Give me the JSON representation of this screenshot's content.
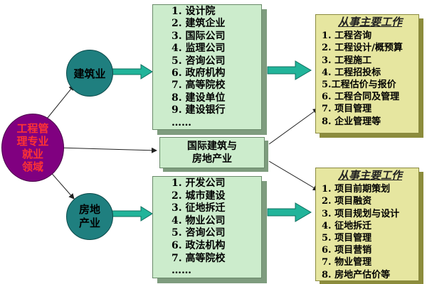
{
  "root": {
    "label": "工程管理专业就业领域",
    "lines": [
      "工程管",
      "理专业",
      "就业",
      "领域"
    ]
  },
  "branch_top": {
    "label": "建筑业"
  },
  "branch_bottom": {
    "lines": [
      "房地",
      "产业"
    ]
  },
  "middle_box": {
    "lines": [
      "国际建筑与",
      "房地产业"
    ]
  },
  "list_top": [
    "1. 设计院",
    "2. 建筑企业",
    "3. 国际公司",
    "4. 监理公司",
    "5. 咨询公司",
    "6. 政府机构",
    "7. 高等院校",
    "8. 建设单位",
    "9. 建设银行",
    "……"
  ],
  "list_bottom": [
    "1. 开发公司",
    "2. 城市建设",
    "3. 征地拆迁",
    "4. 物业公司",
    "5. 咨询公司",
    "6. 政法机构",
    "7. 高等院校",
    "……"
  ],
  "duties_top": {
    "title": "从事主要工作",
    "items": [
      "1. 工程咨询",
      "2. 工程设计/概预算",
      "3. 工程施工",
      "4. 工程招投标",
      "5.工程估价与报价",
      "6. 工程合同及管理",
      "7. 项目管理",
      "8. 企业管理等"
    ]
  },
  "duties_bottom": {
    "title": "从事主要工作",
    "items": [
      "1. 项目前期策划",
      "2. 项目融资",
      "3. 项目规划与设计",
      "4. 征地拆迁",
      "5. 项目管理",
      "6. 项目营销",
      "7. 物业管理",
      "8. 房地产估价等"
    ]
  },
  "colors": {
    "root_fill": "#800080",
    "root_text": "#ff3333",
    "branch_fill": "#1f7f7f",
    "arrow_fill": "#21b49a",
    "list_fill": "#cceccc",
    "duty_fill": "#e6e6a0"
  }
}
